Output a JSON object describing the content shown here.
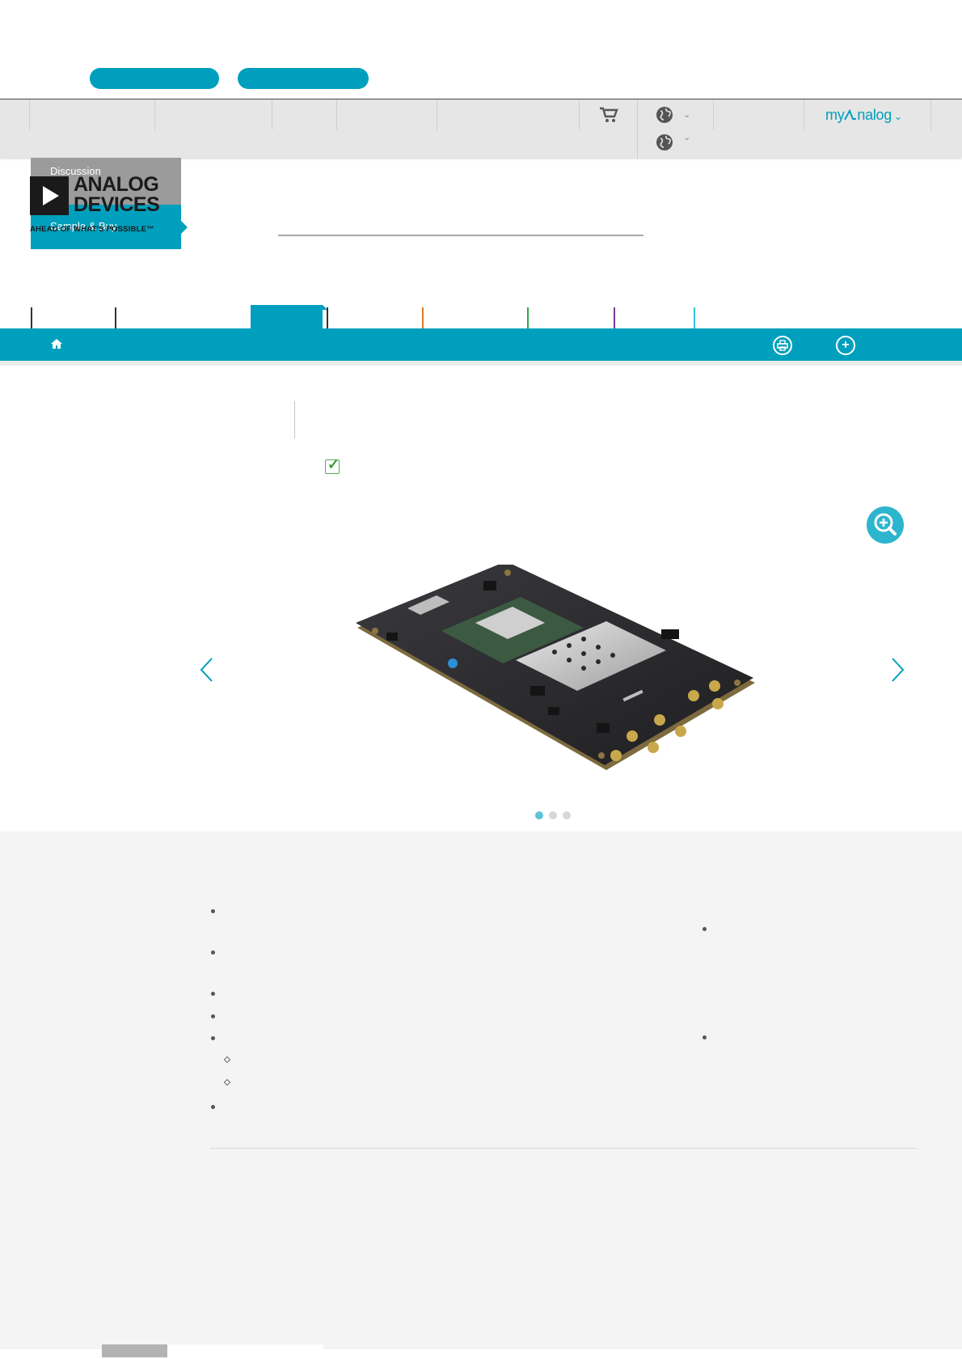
{
  "top_actions": [
    {
      "id": "pill-1",
      "label": ""
    },
    {
      "id": "pill-2",
      "label": ""
    }
  ],
  "utility": {
    "myanalog_label": "my",
    "myanalog_wordmark": "nalog"
  },
  "sidebar_tabs": {
    "discussion": "Discussion",
    "sample_buy": "Sample & Buy"
  },
  "logo": {
    "line1": "ANALOG",
    "line2": "DEVICES",
    "tagline": "AHEAD OF WHAT'S POSSIBLE™"
  },
  "category_nav": {
    "colors": [
      "#333333",
      "#333333",
      "#333333",
      "#e07a1f",
      "#2ca84a",
      "#7b3a96",
      "#35c3d6"
    ],
    "active_color": "#009fbd"
  },
  "carousel": {
    "slide_count": 3,
    "active_index": 0
  },
  "icons": {
    "cart": "cart-icon",
    "globe": "globe-icon",
    "home": "home-icon",
    "zoom": "zoom-in-icon",
    "print": "print-icon",
    "add": "add-icon",
    "prev": "chevron-left-icon",
    "next": "chevron-right-icon"
  },
  "brand_color": "#009fbd"
}
